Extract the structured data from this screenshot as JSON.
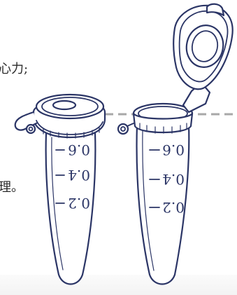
{
  "text": {
    "fragment_top": "心力;",
    "fragment_bottom": "理。"
  },
  "tubes": [
    {
      "graduations": [
        "0.6",
        "0.4",
        "0.2"
      ]
    },
    {
      "graduations": [
        "0.6",
        "0.4",
        "0.2"
      ]
    }
  ],
  "colors": {
    "ink": "#2b3566",
    "dashed_line": "#a8a8a8",
    "text": "#2a2a2a"
  }
}
